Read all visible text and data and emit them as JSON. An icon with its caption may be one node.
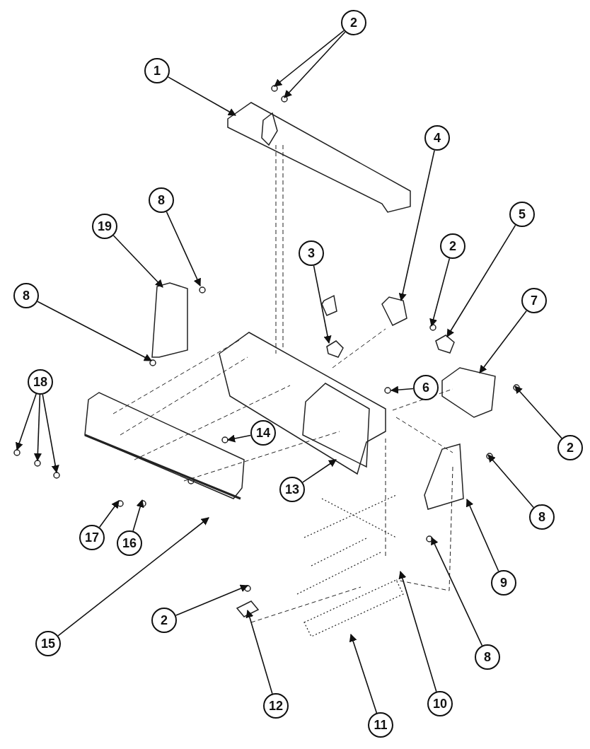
{
  "diagram": {
    "nodes": [
      {
        "text": [
          "2"
        ]
      },
      {
        "text": [
          "1"
        ]
      },
      {
        "text": [
          "4"
        ]
      },
      {
        "text": [
          "5"
        ]
      },
      {
        "text": [
          "8"
        ]
      },
      {
        "text": [
          "19"
        ]
      },
      {
        "text": [
          "2"
        ]
      },
      {
        "text": [
          "3"
        ]
      },
      {
        "text": [
          "8"
        ]
      },
      {
        "text": [
          "7"
        ]
      },
      {
        "text": [
          "18"
        ]
      },
      {
        "text": [
          "6"
        ]
      },
      {
        "text": [
          "14"
        ]
      },
      {
        "text": [
          "2"
        ]
      },
      {
        "text": [
          "13"
        ]
      },
      {
        "text": [
          "8"
        ]
      },
      {
        "text": [
          "17"
        ]
      },
      {
        "text": [
          "16"
        ]
      },
      {
        "text": [
          "9"
        ]
      },
      {
        "text": [
          "2"
        ]
      },
      {
        "text": [
          "15"
        ]
      },
      {
        "text": [
          "8"
        ]
      },
      {
        "text": [
          "12"
        ]
      },
      {
        "text": [
          "10"
        ]
      },
      {
        "text": [
          "11"
        ]
      }
    ],
    "edges": [
      {
        "from": 0,
        "to": null,
        "arrow": "to"
      },
      {
        "from": 0,
        "to": null,
        "arrow": "to"
      },
      {
        "from": 1,
        "to": null,
        "arrow": "to"
      },
      {
        "from": 2,
        "to": null,
        "arrow": "to"
      },
      {
        "from": 3,
        "to": null,
        "arrow": "to"
      },
      {
        "from": 4,
        "to": null,
        "arrow": "to"
      },
      {
        "from": 5,
        "to": null,
        "arrow": "to"
      },
      {
        "from": 6,
        "to": null,
        "arrow": "to"
      },
      {
        "from": 7,
        "to": null,
        "arrow": "to"
      },
      {
        "from": 8,
        "to": null,
        "arrow": "to"
      },
      {
        "from": 9,
        "to": null,
        "arrow": "to"
      },
      {
        "from": 10,
        "to": null,
        "arrow": "to"
      },
      {
        "from": 10,
        "to": null,
        "arrow": "to"
      },
      {
        "from": 10,
        "to": null,
        "arrow": "to"
      },
      {
        "from": 11,
        "to": null,
        "arrow": "to"
      },
      {
        "from": 12,
        "to": null,
        "arrow": "to"
      },
      {
        "from": 13,
        "to": null,
        "arrow": "to"
      },
      {
        "from": 14,
        "to": null,
        "arrow": "to"
      },
      {
        "from": 15,
        "to": null,
        "arrow": "to"
      },
      {
        "from": 16,
        "to": null,
        "arrow": "to"
      },
      {
        "from": 17,
        "to": null,
        "arrow": "to"
      },
      {
        "from": 18,
        "to": null,
        "arrow": "to"
      },
      {
        "from": 19,
        "to": null,
        "arrow": "to"
      },
      {
        "from": 20,
        "to": null,
        "arrow": "to"
      },
      {
        "from": 21,
        "to": null,
        "arrow": "to"
      },
      {
        "from": 22,
        "to": null,
        "arrow": "to"
      },
      {
        "from": 23,
        "to": null,
        "arrow": "to"
      },
      {
        "from": 24,
        "to": null,
        "arrow": "to"
      }
    ]
  }
}
